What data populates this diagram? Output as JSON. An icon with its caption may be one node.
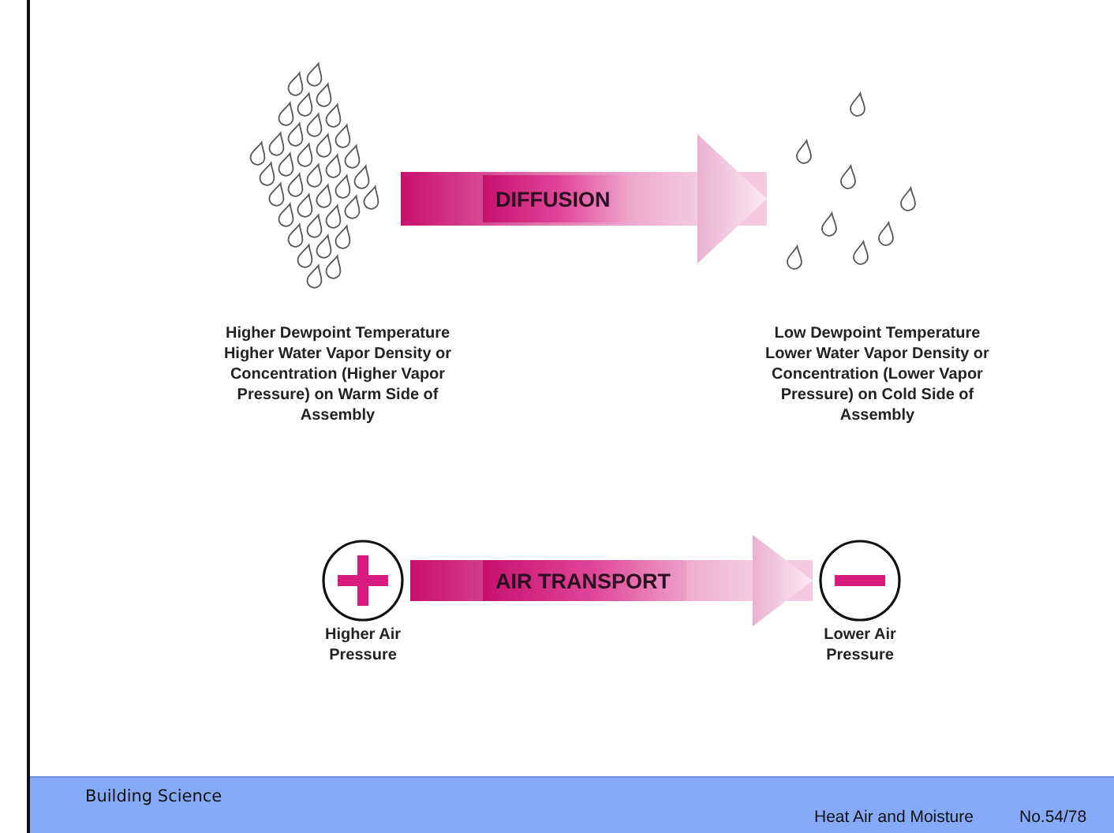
{
  "diagram": {
    "nodes": [
      {
        "text": [],
        "shape": "picture",
        "beside": [
          "Higher Dewpoint Temperature Higher Water Vapor Density or Concentration (Higher Vapor Pressure) on Warm Side of Assembly"
        ]
      },
      {
        "text": [],
        "shape": "picture",
        "beside": [
          "Low Dewpoint Temperature Lower Water Vapor Density or Concentration (Lower Vapor Pressure) on Cold Side of Assembly"
        ]
      },
      {
        "text": [],
        "shape": "circle",
        "beside": [
          "Higher Air Pressure"
        ]
      },
      {
        "text": [],
        "shape": "circle",
        "beside": [
          "Lower Air Pressure"
        ]
      }
    ],
    "edges": [
      {
        "from": 0,
        "to": 1,
        "arrow": "to",
        "label": "DIFFUSION"
      },
      {
        "from": 2,
        "to": 3,
        "arrow": "to",
        "label": "AIR TRANSPORT"
      }
    ],
    "labels": [
      "Building Science",
      "Heat Air and Moisture",
      "No.54/78"
    ]
  }
}
